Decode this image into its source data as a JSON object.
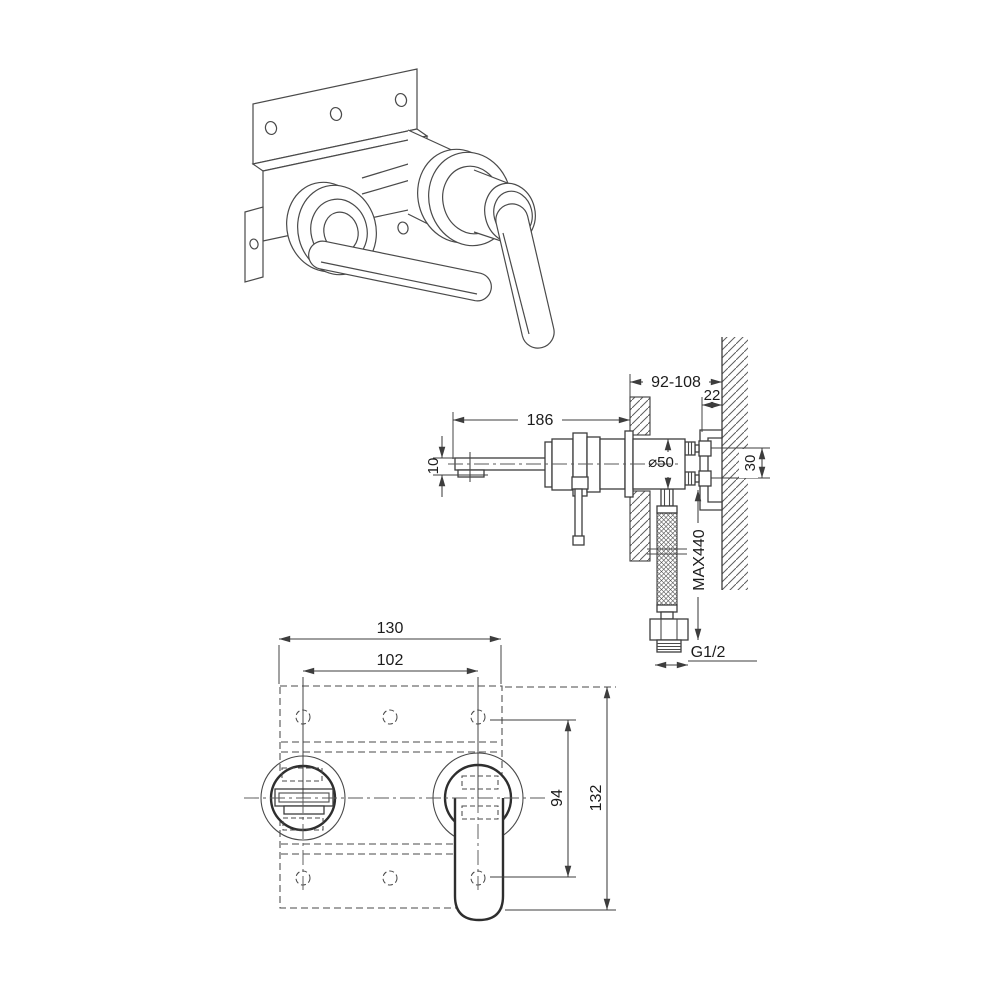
{
  "dimensions": {
    "side": {
      "recess_depth_range": "92-108",
      "bracket_offset": "22",
      "spout_length": "186",
      "spout_height": "10",
      "body_diameter": "⌀50",
      "screw_spacing": "30",
      "hose_max_length": "MAX440",
      "connection_thread": "G1/2"
    },
    "front": {
      "plate_width": "130",
      "hole_pitch_horizontal": "102",
      "hole_pitch_vertical": "94",
      "plate_height": "132"
    }
  },
  "colors": {
    "line": "#3d3d3d",
    "background": "#ffffff"
  }
}
